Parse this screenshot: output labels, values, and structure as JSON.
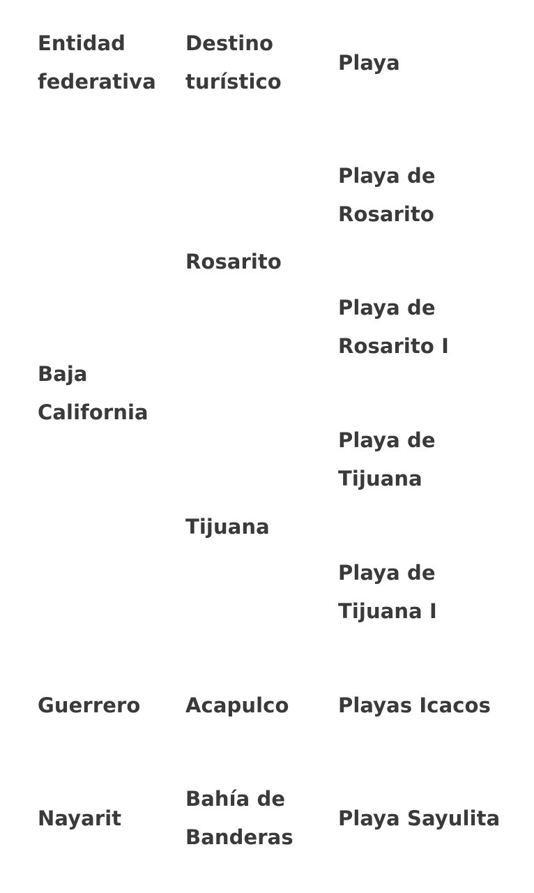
{
  "table": {
    "headers": {
      "entity": [
        "Entidad",
        "federativa"
      ],
      "destination": [
        "Destino",
        "turístico"
      ],
      "beach": [
        "Playa"
      ]
    },
    "rows": {
      "baja_california": {
        "entity": [
          "Baja",
          "California"
        ],
        "rosarito": {
          "destination": [
            "Rosarito"
          ],
          "beach_1": [
            "Playa de",
            "Rosarito"
          ],
          "beach_2": [
            "Playa de",
            "Rosarito I"
          ]
        },
        "tijuana": {
          "destination": [
            "Tijuana"
          ],
          "beach_1": [
            "Playa de",
            "Tijuana"
          ],
          "beach_2": [
            "Playa de",
            "Tijuana I"
          ]
        }
      },
      "guerrero": {
        "entity": [
          "Guerrero"
        ],
        "destination": [
          "Acapulco"
        ],
        "beach": [
          "Playas Icacos"
        ]
      },
      "nayarit": {
        "entity": [
          "Nayarit"
        ],
        "destination": [
          "Bahía de",
          "Banderas"
        ],
        "beach": [
          "Playa Sayulita"
        ]
      }
    }
  }
}
